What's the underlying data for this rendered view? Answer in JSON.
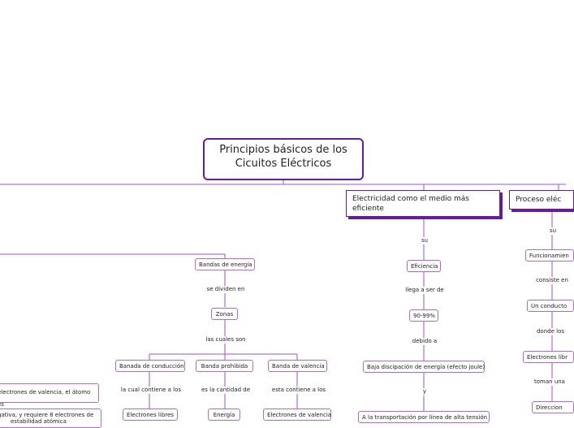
{
  "root": {
    "line1": "Principios básicos de los",
    "line2": "Cicuitos Eléctricos"
  },
  "main": {
    "electricidad": {
      "line1": "Electricidad como el medio más",
      "line2": "eficiente"
    },
    "proceso": "Proceso eléc"
  },
  "bandas": {
    "title": "Bandas de energía",
    "se_dividen": "se dividen en",
    "zonas": "Zonas",
    "las_cuales": "las cuales son",
    "conduccion": "Banada de conducción",
    "prohibida": "Banda prohibida",
    "valencia": "Banda de valencia",
    "cond_label": "la cual contiene a los",
    "proh_label": "es la cantidad de",
    "val_label": "esta contiene a los",
    "libres": "Electrones libres",
    "energia": "Energía",
    "valencia_e": "Electrones de valencia"
  },
  "left": {
    "item1": "electrones de valencia, el átomo es",
    "item2a": "gativa, y requiere 8 electrones de",
    "item2b": "estabilidad atómica"
  },
  "efic": {
    "su": "su",
    "eficiencia": "Eficiencia",
    "llega": "llega a ser de",
    "porcentaje": "90-99%",
    "debido": "debido a",
    "baja": "Baja discipación de energía (efecto joule)",
    "y": "y",
    "alta": "A la transportación por línea de alta tensión"
  },
  "proceso": {
    "su": "su",
    "funcionamiento": "Funcionamien",
    "consiste": "consiste en",
    "conductor": "Un conducto",
    "donde": "donde los",
    "libres": "Electrones libr",
    "toman": "toman una",
    "direccion": "Direccion"
  },
  "colors": {
    "accent": "#6a1b9a",
    "node_border": "#b06ad0",
    "line": "#a24fcf"
  }
}
